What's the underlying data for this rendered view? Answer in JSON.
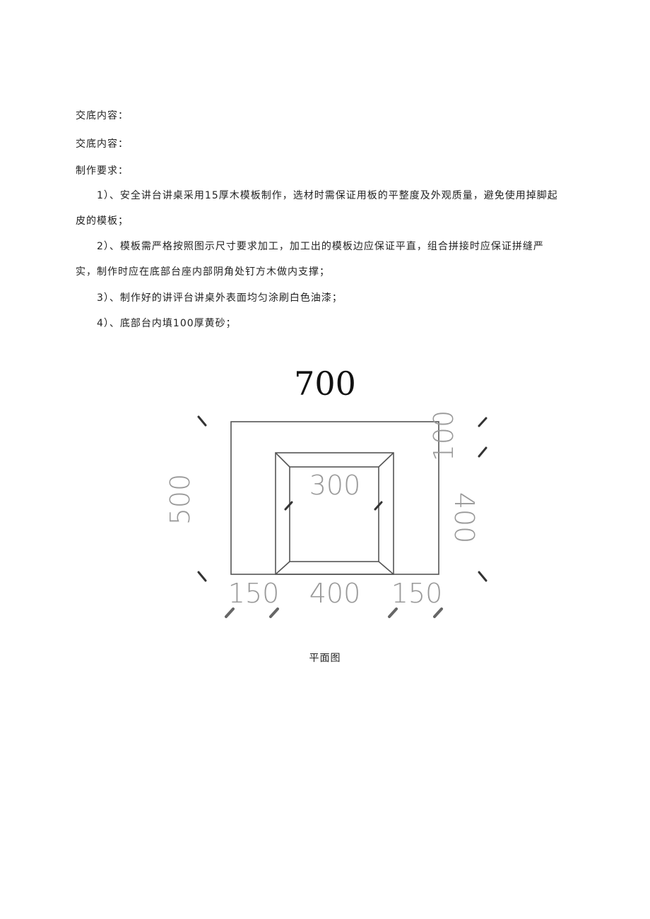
{
  "document": {
    "lines": [
      "交底内容：",
      "交底内容：",
      "制作要求：",
      "1）、安全讲台讲桌采用15厚木模板制作，选材时需保证用板的平整度及外观质量，避免使用掉脚起",
      "皮的模板；",
      "2）、模板需严格按照图示尺寸要求加工，加工出的模板边应保证平直，组合拼接时应保证拼缝严",
      "实，制作时应在底部台座内部阴角处钉方木做内支撑；",
      "3）、制作好的讲评台讲桌外表面均匀涂刷白色油漆；",
      "4）、底部台内填100厚黄砂；"
    ]
  },
  "drawing": {
    "overall_width": "700",
    "height_left": "500",
    "top_margin": "100",
    "inner_height": "400",
    "inner_width_label": "300",
    "bottom_left": "150",
    "bottom_middle": "400",
    "bottom_right": "150",
    "caption": "平面图",
    "line_color": "#555555",
    "dim_text_color": "#999999"
  }
}
